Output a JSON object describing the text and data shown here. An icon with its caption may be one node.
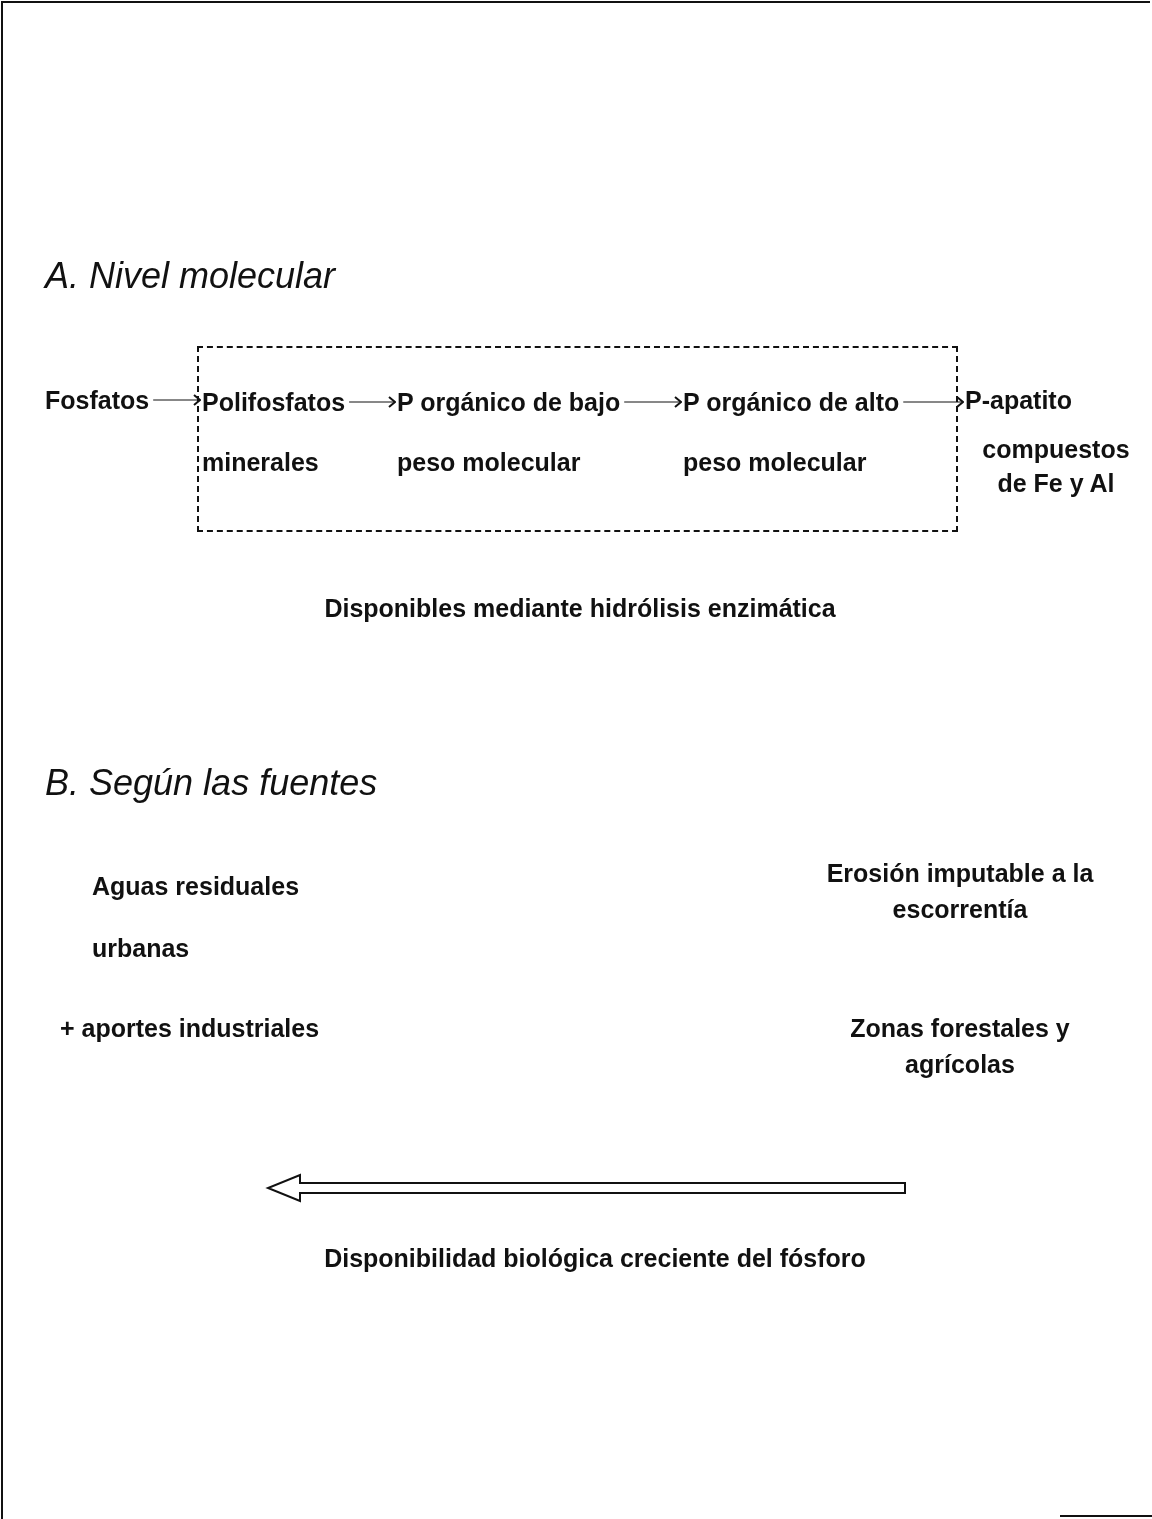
{
  "diagram": {
    "nodes": [
      {
        "text": [
          "Fosfatos"
        ]
      },
      {
        "text": [],
        "shape": "box",
        "beside": [
          "Disponibles mediante hidrólisis enzimática"
        ]
      },
      {
        "text": [
          "Polifosfatos minerales"
        ],
        "in": 1
      },
      {
        "text": [
          "P orgánico de bajo peso molecular"
        ],
        "in": 1
      },
      {
        "text": [
          "P orgánico de alto peso molecular"
        ],
        "in": 1
      },
      {
        "text": [
          "P-apatito",
          "compuestos de Fe y Al"
        ]
      }
    ],
    "edges": [
      {
        "from": 0,
        "to": 2,
        "arrow": "to"
      },
      {
        "from": 2,
        "to": 3,
        "arrow": "to"
      },
      {
        "from": 3,
        "to": 4,
        "arrow": "to"
      },
      {
        "from": 4,
        "to": 5,
        "arrow": "to"
      }
    ],
    "labels": [
      "A. Nivel molecular",
      "B. Según las fuentes",
      "Aguas residuales urbanas",
      "Erosión imputable a la escorrentía",
      "+ aportes industriales",
      "Zonas forestales y agrícolas",
      "Disponibilidad biológica creciente del fósforo"
    ]
  }
}
